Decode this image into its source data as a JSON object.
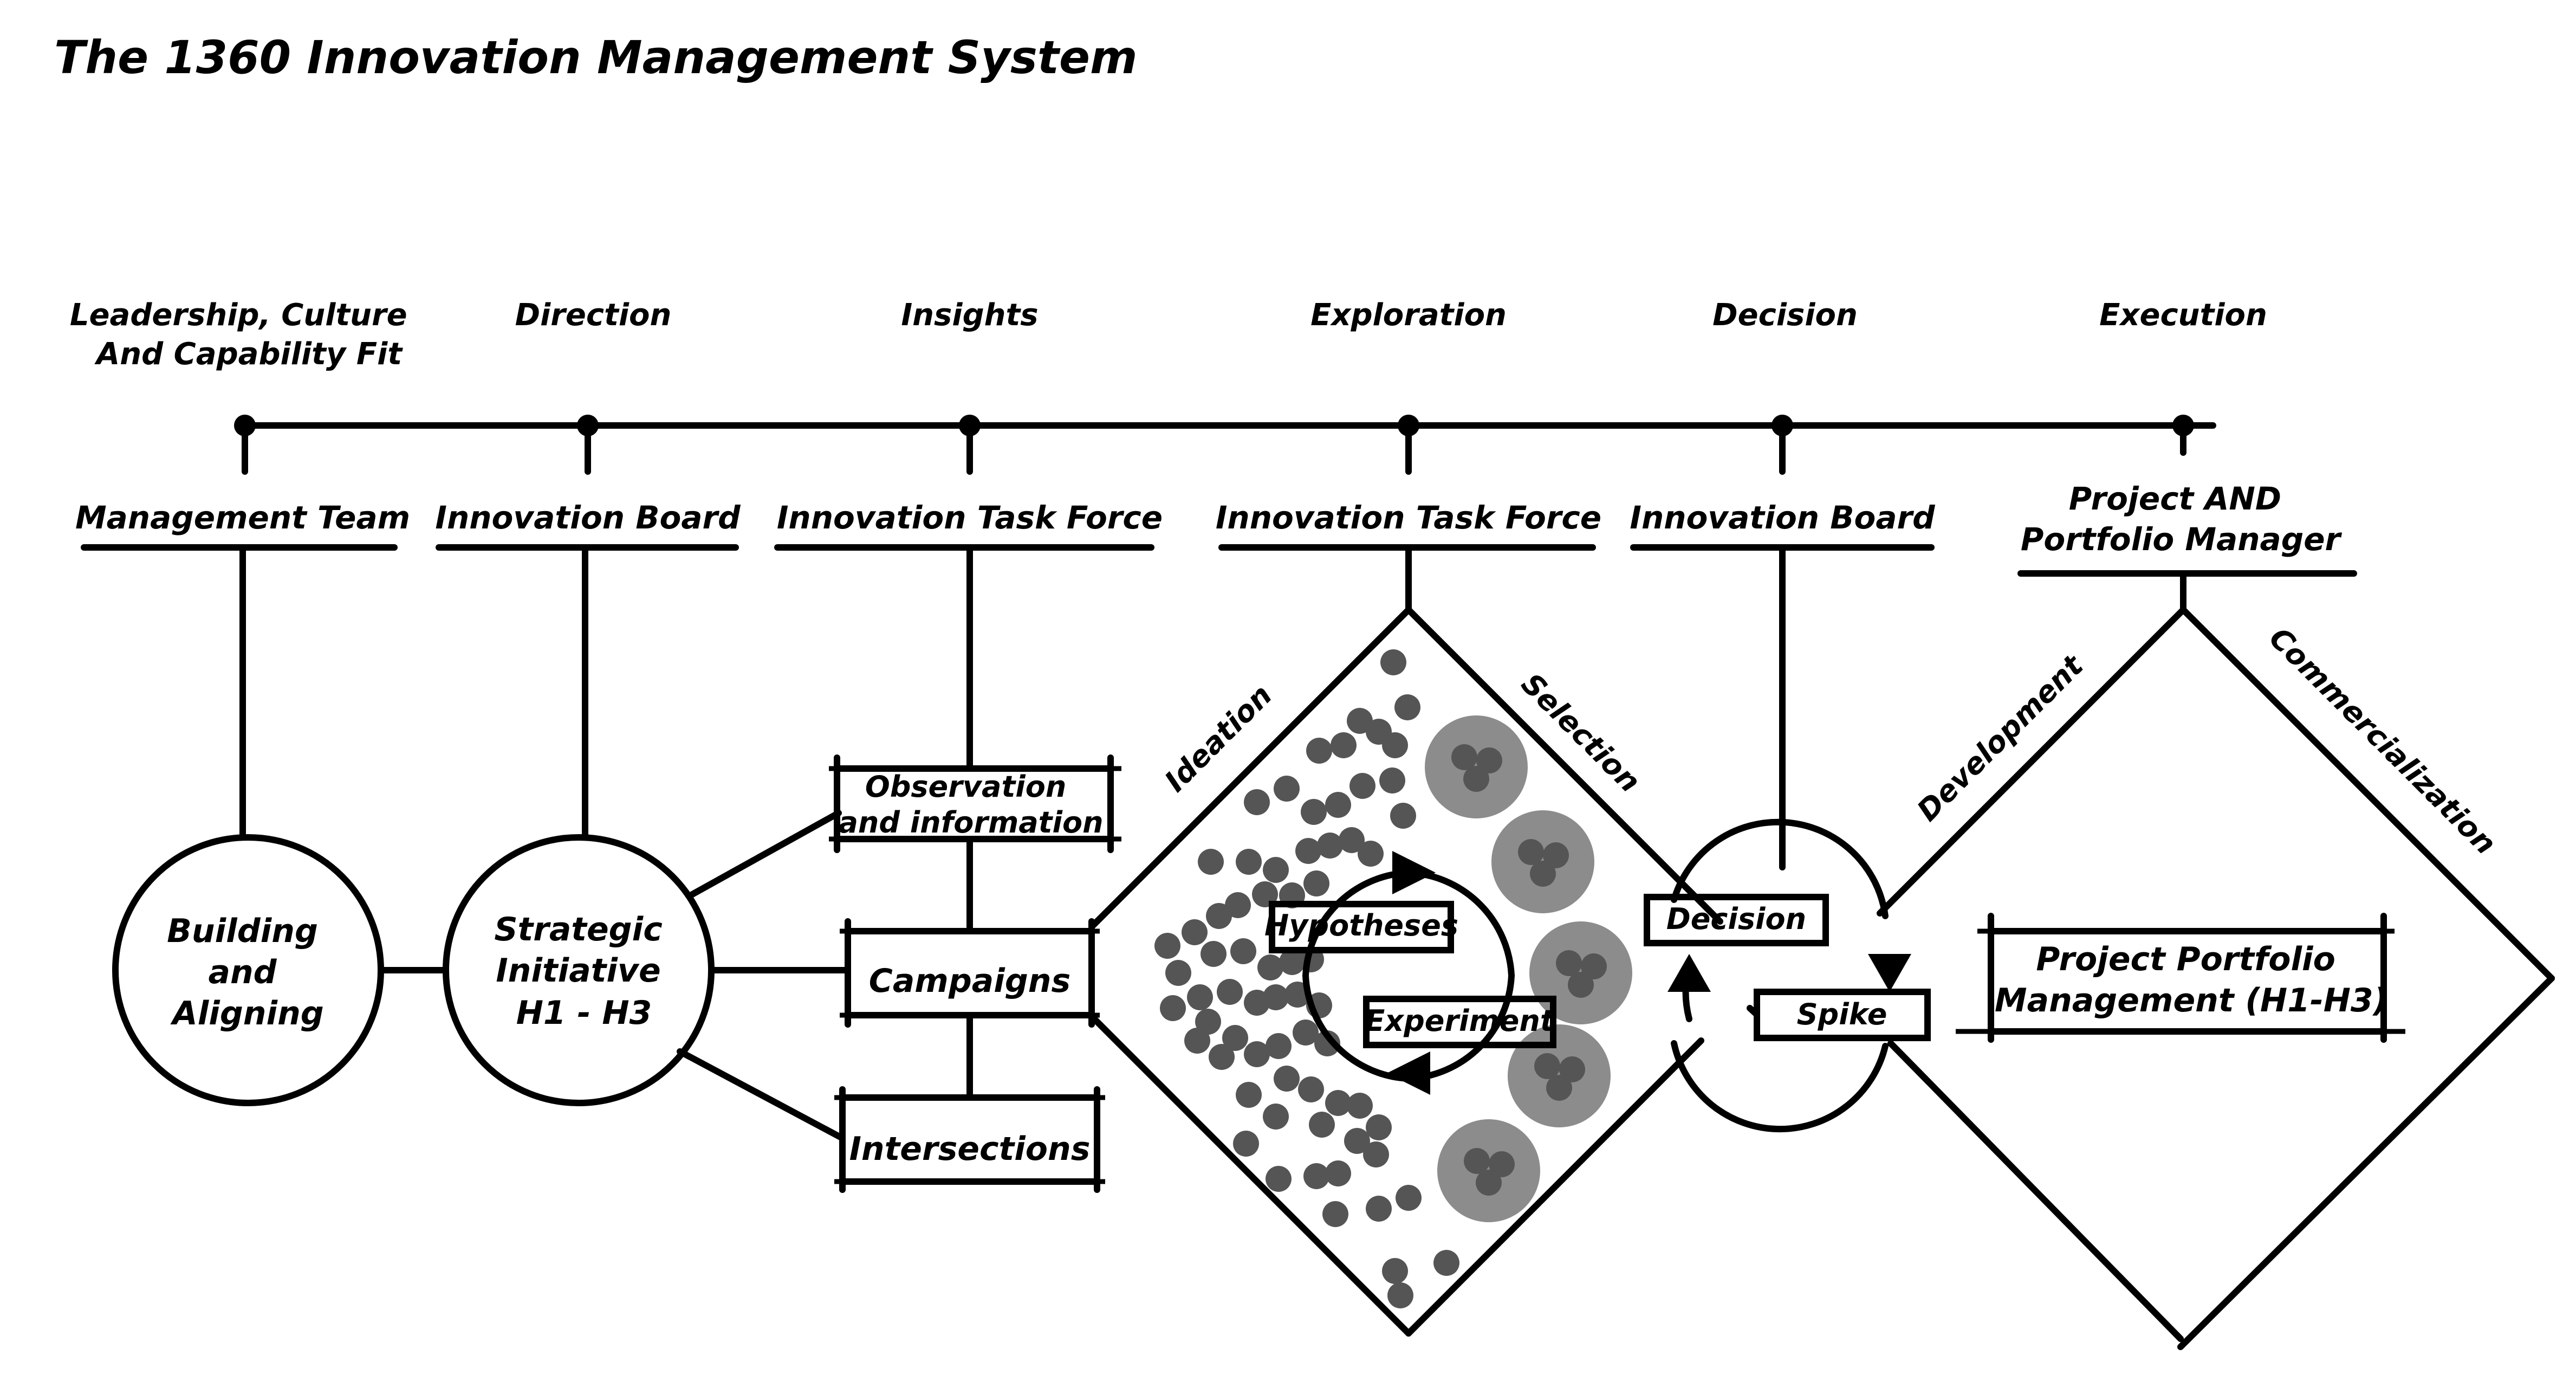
{
  "title": "The 1360 Innovation Management System",
  "phases": [
    {
      "lines": [
        "Leadership, Culture",
        "And Capability Fit"
      ]
    },
    {
      "lines": [
        "Direction"
      ]
    },
    {
      "lines": [
        "Insights"
      ]
    },
    {
      "lines": [
        "Exploration"
      ]
    },
    {
      "lines": [
        "Decision"
      ]
    },
    {
      "lines": [
        "Execution"
      ]
    }
  ],
  "roles": [
    {
      "lines": [
        "Management Team"
      ]
    },
    {
      "lines": [
        "Innovation Board"
      ]
    },
    {
      "lines": [
        "Innovation Task Force"
      ]
    },
    {
      "lines": [
        "Innovation Task Force"
      ]
    },
    {
      "lines": [
        "Innovation Board"
      ]
    },
    {
      "lines": [
        "Project AND",
        "Portfolio Manager"
      ]
    }
  ],
  "nodes": {
    "building": [
      "Building",
      "and",
      "Aligning"
    ],
    "strategic": [
      "Strategic",
      "Initiative",
      "H1 - H3"
    ]
  },
  "insight_boxes": {
    "observation": [
      "Observation",
      "and information"
    ],
    "campaigns": "Campaigns",
    "intersections": "Intersections"
  },
  "exploration": {
    "ideation": "Ideation",
    "selection": "Selection",
    "hypotheses": "Hypotheses",
    "experiment": "Experiment"
  },
  "decision": {
    "decision_box": "Decision",
    "spike_box": "Spike"
  },
  "execution": {
    "development": "Development",
    "commercialization": "Commercialization",
    "portfolio": [
      "Project Portfolio",
      "Management (H1-H3)"
    ]
  },
  "colors": {
    "ink": "#000000",
    "dot": "#555555",
    "cluster": "#8c8c8c"
  }
}
